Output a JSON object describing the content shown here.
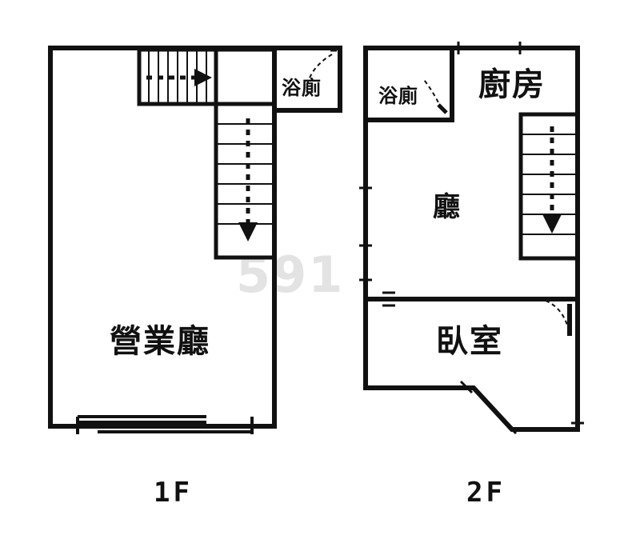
{
  "diagram": {
    "type": "floor-plan",
    "title_visible": false,
    "background_color": "#ffffff",
    "line_color": "#111111",
    "watermark_text": "591",
    "watermark_color": "#e3e3e3",
    "floors": [
      {
        "id": "1f",
        "tag": "1F",
        "tag_position": "bottom-center-left",
        "rooms": [
          {
            "name": "營業廳",
            "role": "business-hall",
            "font_size": 40
          },
          {
            "name": "浴廁",
            "role": "bathroom",
            "font_size": 24
          }
        ],
        "features": [
          {
            "name": "stair-run-horizontal",
            "arrow": "right"
          },
          {
            "name": "stair-run-vertical",
            "arrow": "down"
          },
          {
            "name": "entrance-shutter",
            "arrow": "none"
          }
        ]
      },
      {
        "id": "2f",
        "tag": "2F",
        "tag_position": "bottom-center-right",
        "rooms": [
          {
            "name": "廚房",
            "role": "kitchen",
            "font_size": 40
          },
          {
            "name": "浴廁",
            "role": "bathroom",
            "font_size": 24
          },
          {
            "name": "廳",
            "role": "living-room",
            "font_size": 34
          },
          {
            "name": "臥室",
            "role": "bedroom",
            "font_size": 40
          }
        ],
        "features": [
          {
            "name": "stair-run-vertical",
            "arrow": "down"
          },
          {
            "name": "window-marks",
            "arrow": "none"
          },
          {
            "name": "door-swing-arcs",
            "arrow": "none"
          }
        ]
      }
    ]
  }
}
